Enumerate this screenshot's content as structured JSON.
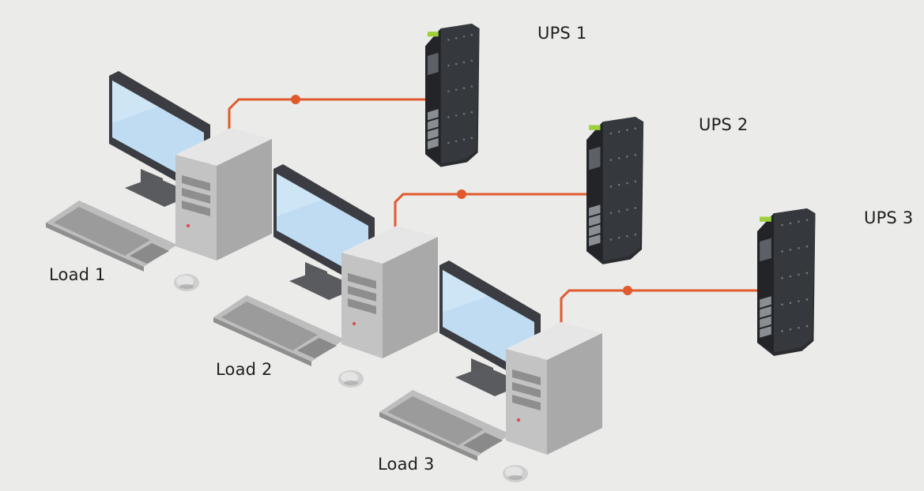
{
  "diagram": {
    "ups_units": [
      {
        "label": "UPS 1"
      },
      {
        "label": "UPS 2"
      },
      {
        "label": "UPS 3"
      }
    ],
    "loads": [
      {
        "label": "Load 1"
      },
      {
        "label": "Load 2"
      },
      {
        "label": "Load 3"
      }
    ],
    "colors": {
      "background": "#ebebe9",
      "connection_line": "#e05a2d",
      "ups_body": "#2f3136",
      "ups_indicator": "#9ccf3a",
      "screen": "#bfdcf2",
      "computer_gray": "#c9c9c9"
    }
  }
}
